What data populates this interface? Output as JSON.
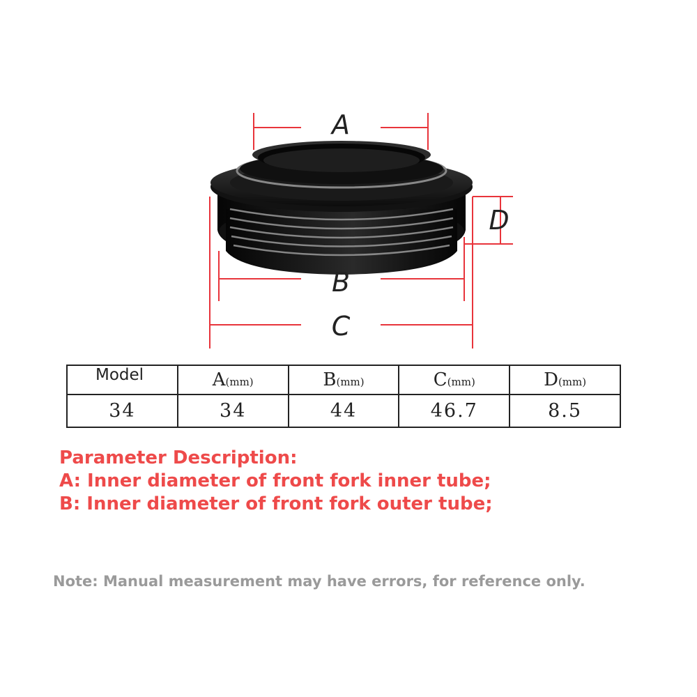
{
  "dimensions": {
    "a_label": "A",
    "b_label": "B",
    "c_label": "C",
    "d_label": "D"
  },
  "colors": {
    "dimension_lines": "#e8343b",
    "seal_body": "#141414",
    "params_text": "#ee4a4a",
    "note_text": "#9a9a9a"
  },
  "table": {
    "headers": [
      {
        "label": "Model",
        "unit": ""
      },
      {
        "label": "A",
        "unit": "(mm)"
      },
      {
        "label": "B",
        "unit": "(mm)"
      },
      {
        "label": "C",
        "unit": "(mm)"
      },
      {
        "label": "D",
        "unit": "(mm)"
      }
    ],
    "values": [
      "34",
      "34",
      "44",
      "46.7",
      "8.5"
    ]
  },
  "params": {
    "title": "Parameter Description:",
    "line_a": "A: Inner diameter of front fork inner tube;",
    "line_b": "B: Inner diameter of front fork outer tube;"
  },
  "note": "Note: Manual measurement may have errors, for reference only."
}
